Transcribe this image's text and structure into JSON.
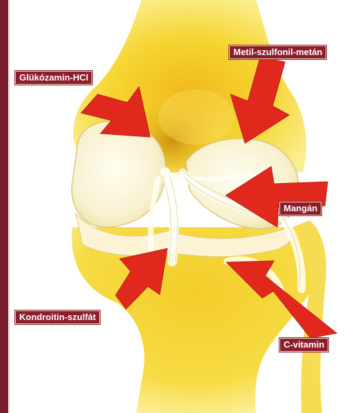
{
  "labels": {
    "glucosamine": "Glükózamin-HCl",
    "msm": "Metil-szulfonil-metán",
    "manganese": "Mangán",
    "chondroitin": "Kondroitin-szulfát",
    "vitamin_c": "C-vitamin"
  },
  "colors": {
    "label_bg": "#8c1d2c",
    "label_text": "#ffffff",
    "arrow": "#e0291c",
    "bone": "#f2d22b",
    "cartilage": "#fbf6df",
    "sidebar": "#7a1d2f"
  }
}
